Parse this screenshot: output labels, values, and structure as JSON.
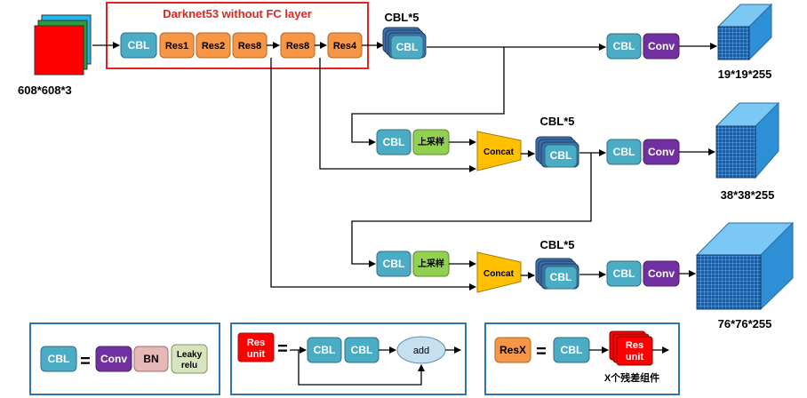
{
  "input": {
    "size_label": "608*608*3"
  },
  "backbone": {
    "title": "Darknet53 without FC layer",
    "blocks": [
      "CBL",
      "Res1",
      "Res2",
      "Res8",
      "Res8",
      "Res4"
    ]
  },
  "common": {
    "cbl": "CBL",
    "conv": "Conv",
    "cbl5": "CBL*5",
    "upsample": "上采样",
    "concat": "Concat"
  },
  "outputs": [
    {
      "label": "19*19*255"
    },
    {
      "label": "38*38*255"
    },
    {
      "label": "76*76*255"
    }
  ],
  "legend": {
    "cbl_def": {
      "cbl": "CBL",
      "eq": "=",
      "conv": "Conv",
      "bn": "BN",
      "leaky_line1": "Leaky",
      "leaky_line2": "relu"
    },
    "res_unit_def": {
      "res_line1": "Res",
      "res_line2": "unit",
      "eq": "=",
      "cbl": "CBL",
      "add": "add"
    },
    "resx_def": {
      "resx": "ResX",
      "eq": "=",
      "cbl": "CBL",
      "res_line1": "Res",
      "res_line2": "unit",
      "caption": "X个残差组件"
    }
  },
  "colors": {
    "cbl": "#4bacc6",
    "res": "#f79646",
    "conv": "#7030a0",
    "upsample": "#92d050",
    "concat": "#ffc000",
    "bn": "#e6b9b8",
    "leaky": "#d7e4bd",
    "res_unit": "#ff0000",
    "backbone_frame": "#e32222",
    "legend_frame": "#2e75b6",
    "cube": "#3aa0e0",
    "add": "#c6e0f0"
  }
}
